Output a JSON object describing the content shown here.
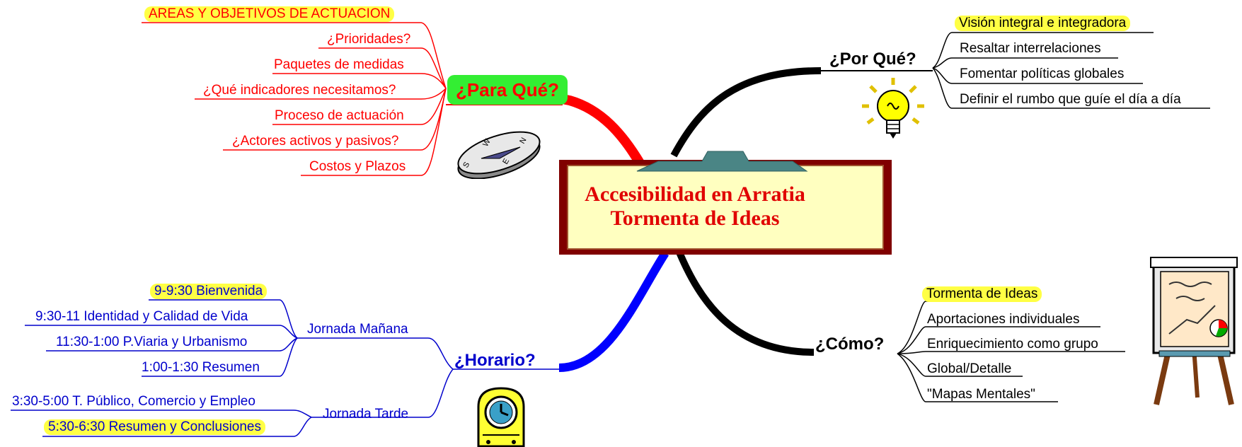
{
  "center": {
    "line1": "Accesibilidad en Arratia",
    "line2": "Tormenta de Ideas"
  },
  "branches": {
    "para_que": {
      "title": "¿Para Qué?",
      "items": [
        "AREAS Y OBJETIVOS DE ACTUACION",
        "¿Prioridades?",
        "Paquetes de medidas",
        "¿Qué indicadores necesitamos?",
        "Proceso de actuación",
        "¿Actores activos y pasivos?",
        "Costos y Plazos"
      ]
    },
    "por_que": {
      "title": "¿Por Qué?",
      "items": [
        "Visión integral e integradora",
        "Resaltar interrelaciones",
        "Fomentar políticas globales",
        "Definir el rumbo que guíe el día a día"
      ]
    },
    "horario": {
      "title": "¿Horario?",
      "manana": {
        "title": "Jornada Mañana",
        "items": [
          "9-9:30 Bienvenida",
          "9:30-11 Identidad y Calidad de Vida",
          "11:30-1:00 P.Viaria y Urbanismo",
          "1:00-1:30 Resumen"
        ]
      },
      "tarde": {
        "title": "Jornada Tarde",
        "items": [
          "3:30-5:00 T. Público, Comercio y Empleo",
          "5:30-6:30 Resumen y Conclusiones"
        ]
      }
    },
    "como": {
      "title": "¿Cómo?",
      "items": [
        "Tormenta de Ideas",
        "Aportaciones individuales",
        "Enriquecimiento como grupo",
        "Global/Detalle",
        "\"Mapas Mentales\""
      ]
    }
  },
  "colors": {
    "red": "#ff0000",
    "blue": "#0000cc",
    "black": "#000000",
    "highlight": "#ffff44",
    "para_que_bg": "#33ee33",
    "frame": "#800000",
    "frame_inner": "#ffffc0"
  },
  "icons": [
    "compass-icon",
    "lightbulb-icon",
    "clock-icon",
    "flipchart-icon"
  ]
}
